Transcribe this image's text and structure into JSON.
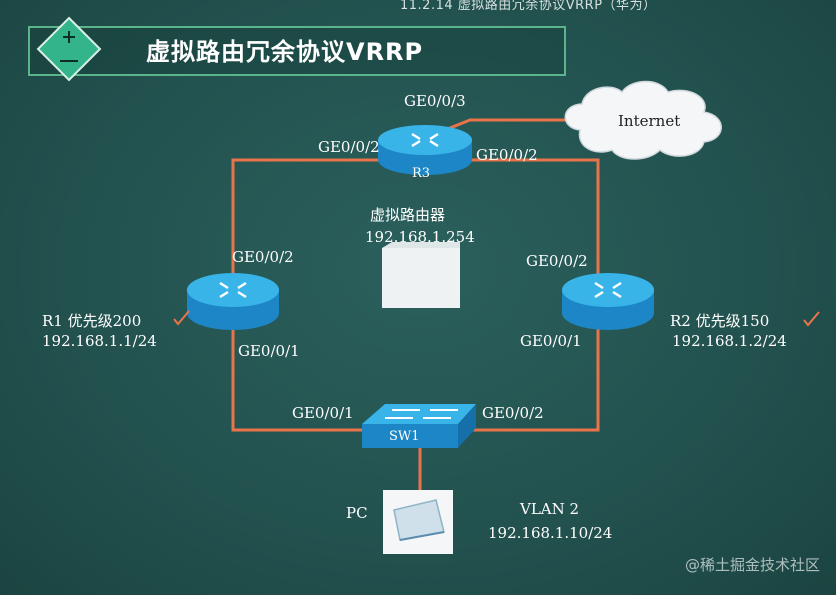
{
  "header": {
    "top_caption": "11.2.14 虚拟路由冗余协议VRRP（华为）",
    "title": "虚拟路由冗余协议VRRP"
  },
  "colors": {
    "link": "#e9744a",
    "router_top": "#39b4e8",
    "router_side": "#1d86c6",
    "title_border": "#5bb48c",
    "diamond": "#33b48a"
  },
  "icons": {
    "title_badge": "plus-minus-icon",
    "router": "router-icon",
    "switch": "switch-icon",
    "pc": "pc-icon",
    "cloud": "cloud-icon",
    "virtual_router": "virtual-router-icon"
  },
  "devices": {
    "r3": {
      "label": "R3"
    },
    "r1": {
      "name": "R1 优先级200",
      "ip": "192.168.1.1/24"
    },
    "r2": {
      "name": "R2 优先级150",
      "ip": "192.168.1.2/24"
    },
    "sw1": {
      "label": "SW1"
    },
    "internet": {
      "label": "Internet"
    },
    "virtual": {
      "name": "虚拟路由器",
      "ip": "192.168.1.254"
    },
    "pc": {
      "label": "PC",
      "vlan": "VLAN 2",
      "ip": "192.168.1.10/24"
    }
  },
  "ports": {
    "r3_top": "GE0/0/3",
    "r3_left": "GE0/0/2",
    "r3_right": "GE0/0/2",
    "r1_top": "GE0/0/2",
    "r1_bottom": "GE0/0/1",
    "r2_top": "GE0/0/2",
    "r2_bottom": "GE0/0/1",
    "sw1_left": "GE0/0/1",
    "sw1_right": "GE0/0/2"
  },
  "watermark": "@稀土掘金技术社区"
}
